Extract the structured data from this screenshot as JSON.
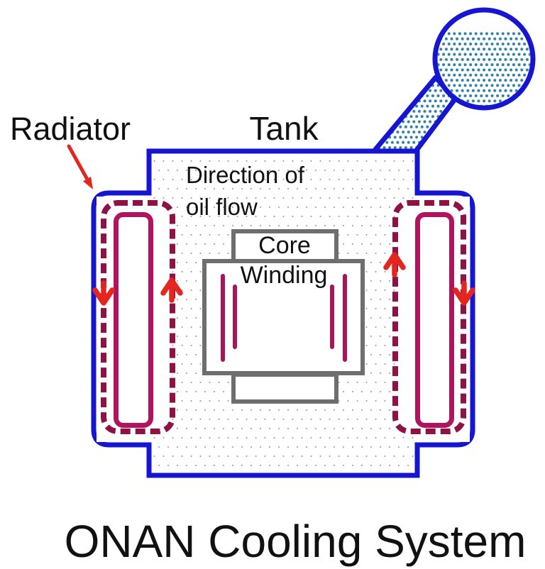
{
  "title": "ONAN Cooling System",
  "labels": {
    "radiator": "Radiator",
    "tank": "Tank",
    "oil_flow_line1": "Direction of",
    "oil_flow_line2": "oil flow",
    "core": "Core",
    "winding": "Winding"
  },
  "colors": {
    "outline-blue": "#1515d2",
    "loop-dashed": "#8e1245",
    "loop-solid": "#b0135f",
    "winding-line": "#aa1458",
    "arrow-red": "#e3261f",
    "core-gray": "#6e6e6e",
    "oil-dot": "#2f7fa6",
    "tank-dot": "#95959d",
    "text": "#111111"
  }
}
